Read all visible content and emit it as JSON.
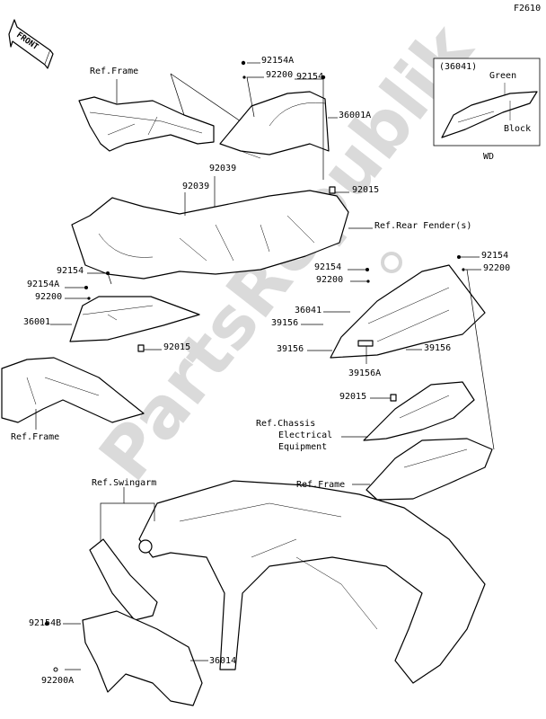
{
  "figure_code": "F2610",
  "front_arrow": "FRONT",
  "watermark": "PartsRepublik",
  "inset": {
    "part": "(36041)",
    "color_top": "Green",
    "color_bottom": "Block",
    "variant": "WD"
  },
  "labels": {
    "ref_frame_top": "Ref.Frame",
    "p92154A_top": "92154A",
    "p92200_top": "92200",
    "p92154_top": "92154",
    "p36001A": "36001A",
    "p92039_a": "92039",
    "p92039_b": "92039",
    "p92015_top": "92015",
    "ref_rear_fender": "Ref.Rear Fender(s)",
    "p92154_left": "92154",
    "p92154A_left": "92154A",
    "p92200_left": "92200",
    "p36001": "36001",
    "p92015_left": "92015",
    "p92154_right": "92154",
    "p92200_right": "92200",
    "p92154_mid": "92154",
    "p92200_mid": "92200",
    "p36041": "36041",
    "p39156_a": "39156",
    "p39156_b": "39156",
    "p39156_c": "39156",
    "p39156A": "39156A",
    "p92015_mid": "92015",
    "ref_chassis_1": "Ref.Chassis",
    "ref_chassis_2": "Electrical",
    "ref_chassis_3": "Equipment",
    "ref_frame_left": "Ref.Frame",
    "ref_frame_right": "Ref.Frame",
    "ref_swingarm": "Ref.Swingarm",
    "p92154B": "92154B",
    "p92200A": "92200A",
    "p36014": "36014"
  }
}
